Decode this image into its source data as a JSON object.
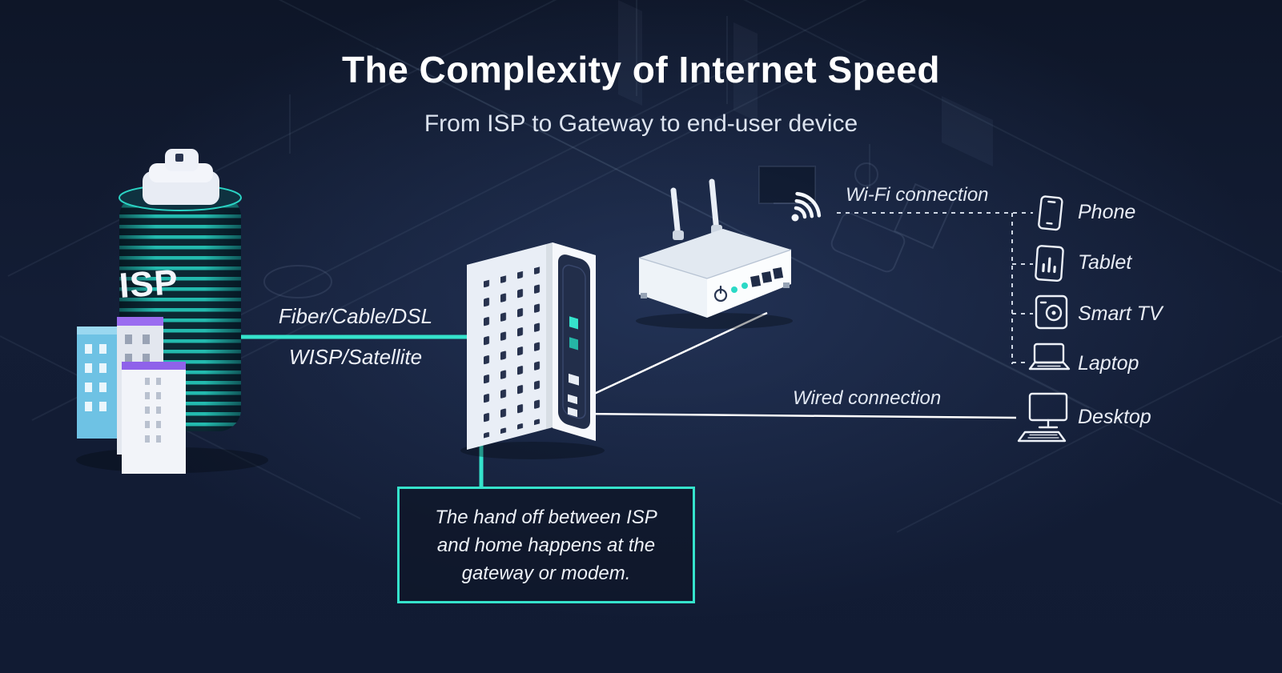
{
  "colors": {
    "background": "#121b30",
    "accent_teal": "#35e3cc",
    "purple_accent": "#9a6cf0",
    "blue_building": "#6ec2e4",
    "text_primary": "#ffffff",
    "text_secondary": "#dce3ef"
  },
  "header": {
    "title": "The Complexity of Internet Speed",
    "subtitle": "From ISP to Gateway to end-user device"
  },
  "isp_building": {
    "label": "ISP"
  },
  "isp_link": {
    "label_top": "Fiber/Cable/DSL",
    "label_bottom": "WISP/Satellite"
  },
  "connections": {
    "wifi": "Wi-Fi connection",
    "wired": "Wired connection"
  },
  "callout": {
    "text": "The hand off between ISP and home happens at the gateway or modem."
  },
  "devices": [
    {
      "label": "Phone",
      "icon": "phone-icon",
      "connection": "wifi"
    },
    {
      "label": "Tablet",
      "icon": "tablet-icon",
      "connection": "wifi"
    },
    {
      "label": "Smart TV",
      "icon": "smart-tv-icon",
      "connection": "wifi"
    },
    {
      "label": "Laptop",
      "icon": "laptop-icon",
      "connection": "wifi"
    },
    {
      "label": "Desktop",
      "icon": "desktop-icon",
      "connection": "wired"
    }
  ]
}
